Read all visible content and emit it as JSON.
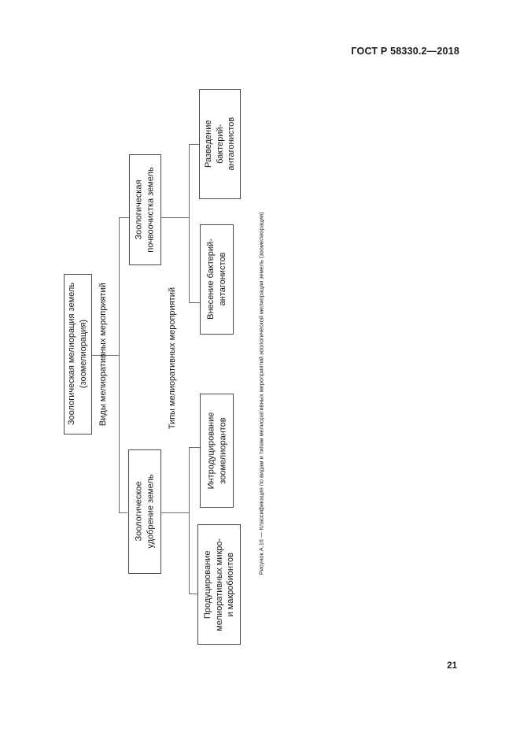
{
  "document": {
    "standard_header": "ГОСТ Р 58330.2—2018",
    "page_number": "21"
  },
  "figure": {
    "caption": "Рисунок А.16 — Классификация по видам и типам мелиоративных мероприятий зоологической мелиорации земель (зоомелиорации)"
  },
  "diagram": {
    "root": {
      "label": "Зоологическая мелиорация земель\n(зоомелиорация)"
    },
    "axis_labels": [
      {
        "label": "Виды мелиоративных мероприятий"
      },
      {
        "label": "Типы мелиоративных мероприятий"
      }
    ],
    "types": [
      {
        "label": "Зоологическая\nпочвоочистка земель"
      },
      {
        "label": "Зоологическое\nудобрение земель"
      }
    ],
    "measures": [
      {
        "label": "Разведение\nбактерий-\nантагонистов"
      },
      {
        "label": "Внесение бактерий-\nантагонистов"
      },
      {
        "label": "Интродуцирование\nзоомелиорантов"
      },
      {
        "label": "Продуцирование\nмелиоративных микро-\nи макробионтов"
      }
    ]
  },
  "colors": {
    "box_border": "#4a4a4a",
    "connector": "#6d6d6d",
    "text": "#1a1a1a",
    "background": "#ffffff"
  }
}
